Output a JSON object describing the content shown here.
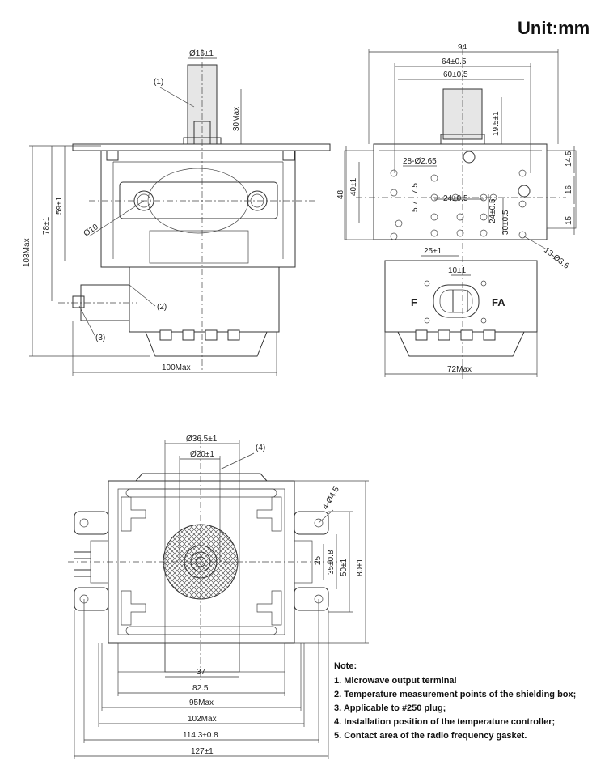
{
  "unit_label": "Unit:mm",
  "callouts": [
    "(1)",
    "(2)",
    "(3)",
    "(4)"
  ],
  "side_view": {
    "dims": {
      "shaft_dia": "Ø16±1",
      "shaft_len": "30Max",
      "hole_dia": "Ø10",
      "h59": "59±1",
      "h78": "78±1",
      "h103": "103Max",
      "w100": "100Max"
    }
  },
  "front_view": {
    "dims": {
      "w94": "94",
      "w64": "64±0.5",
      "w60": "60±0.5",
      "d19": "19.5±1",
      "d14": "14.5",
      "d16": "16",
      "d15": "15",
      "h48": "48",
      "h40": "40±1",
      "pin_dia": "28-Ø2.65",
      "p5_7": "5.7",
      "p7_5": "7.5",
      "p24h": "24±0.5",
      "p24v": "24±0.5",
      "p30": "30±0.5",
      "p25": "25±1",
      "holes13": "13-Ø3.6",
      "p10": "10±1",
      "w72": "72Max"
    },
    "terminal_left": "F",
    "terminal_right": "FA"
  },
  "bottom_view": {
    "dims": {
      "d36": "Ø36.5±1",
      "d20": "Ø20±1",
      "slot": "4-Ø4.5",
      "v25": "25",
      "v35": "35±0.8",
      "v50": "50±1",
      "v80": "80±1",
      "w37": "37",
      "w82": "82.5",
      "w95": "95Max",
      "w102": "102Max",
      "w114": "114.3±0.8",
      "w127": "127±1"
    }
  },
  "notes": {
    "title": "Note:",
    "items": [
      "1. Microwave output terminal",
      "2. Temperature measurement points of the shielding box;",
      "3. Applicable to #250 plug;",
      "4. Installation position of the temperature controller;",
      "5. Contact area of the radio frequency gasket."
    ]
  }
}
